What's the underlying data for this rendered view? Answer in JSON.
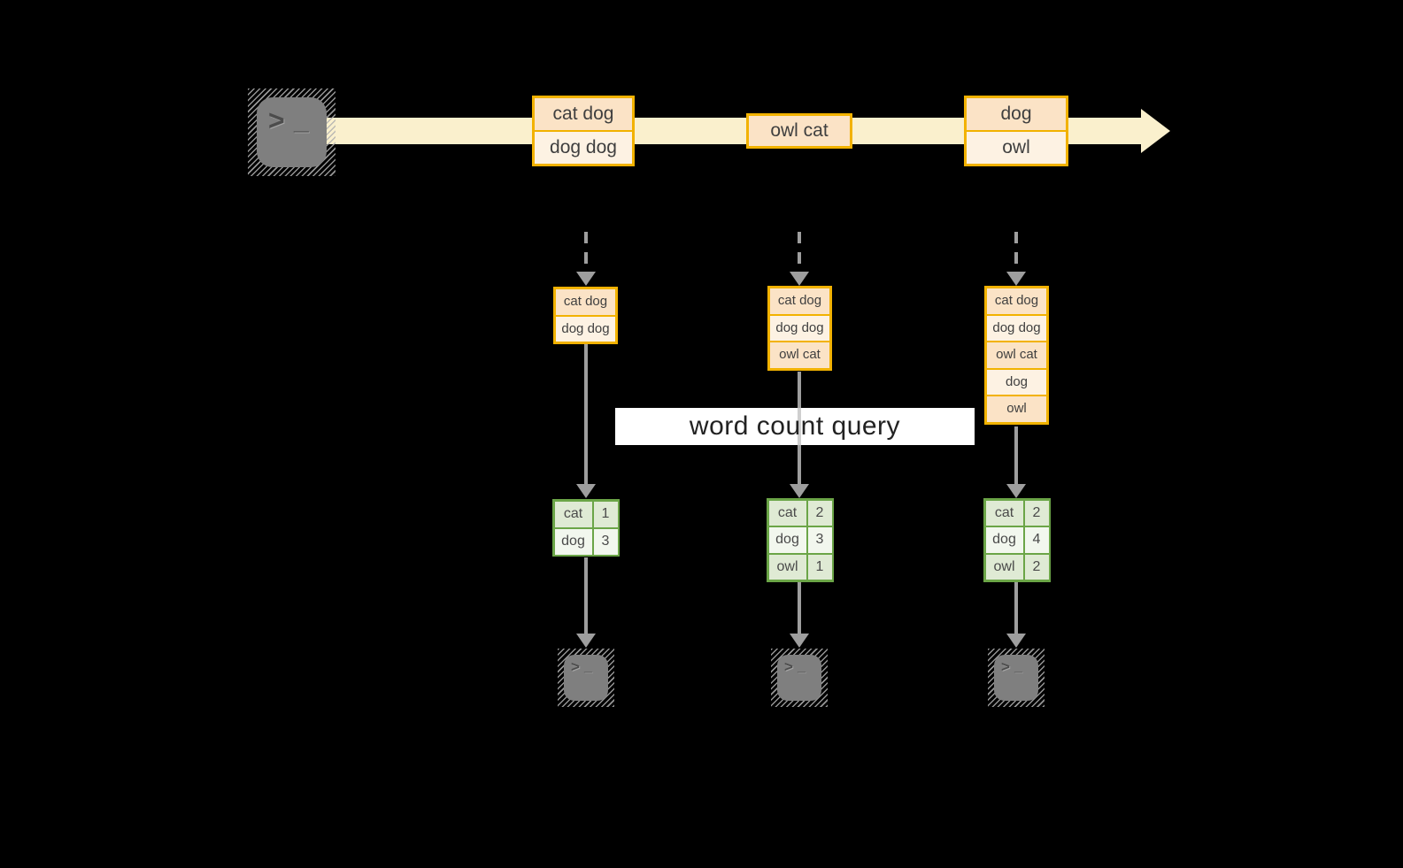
{
  "banner": {
    "label": "word count query"
  },
  "icons": {
    "terminal_glyph": ">",
    "terminal_cursor": "_",
    "source": "terminal-icon",
    "sink": "terminal-icon"
  },
  "colors": {
    "background": "#000000",
    "stream_band": "#faf0cd",
    "box_border": "#f2b200",
    "box_fill_peach": "#fbe3c6",
    "box_fill_cream": "#fdf2e3",
    "table_border": "#6ba547",
    "table_cell_dark": "#dfead4",
    "table_cell_light": "#f2f7ee",
    "arrow_gray": "#9e9e9e",
    "icon_gray": "#7f7f7f"
  },
  "stream": {
    "events": [
      {
        "lines": [
          "cat dog",
          "dog dog"
        ]
      },
      {
        "lines": [
          "owl cat"
        ]
      },
      {
        "lines": [
          "dog",
          "owl"
        ]
      }
    ]
  },
  "columns": [
    {
      "batch": [
        "cat dog",
        "dog dog"
      ],
      "counts": [
        {
          "word": "cat",
          "count": "1"
        },
        {
          "word": "dog",
          "count": "3"
        }
      ]
    },
    {
      "batch": [
        "cat dog",
        "dog dog",
        "owl cat"
      ],
      "counts": [
        {
          "word": "cat",
          "count": "2"
        },
        {
          "word": "dog",
          "count": "3"
        },
        {
          "word": "owl",
          "count": "1"
        }
      ]
    },
    {
      "batch": [
        "cat dog",
        "dog dog",
        "owl cat",
        "dog",
        "owl"
      ],
      "counts": [
        {
          "word": "cat",
          "count": "2"
        },
        {
          "word": "dog",
          "count": "4"
        },
        {
          "word": "owl",
          "count": "2"
        }
      ]
    }
  ]
}
